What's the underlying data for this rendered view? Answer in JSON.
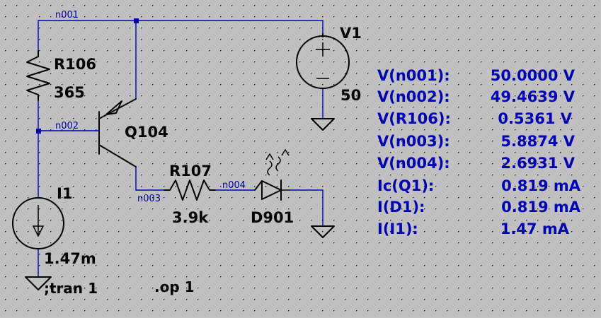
{
  "colors": {
    "background": "#c0c0c0",
    "grid_dot": "#000000",
    "wire": "#0000c0",
    "component": "#000000",
    "node_label": "#0000a0",
    "results_text": "#0000b4"
  },
  "nodes": {
    "n001": "n001",
    "n002": "n002",
    "n003": "n003",
    "n004": "n004"
  },
  "components": {
    "r106": {
      "name": "R106",
      "value": "365"
    },
    "r107": {
      "name": "R107",
      "value": "3.9k"
    },
    "q104": {
      "name": "Q104"
    },
    "v1": {
      "name": "V1",
      "value": "50"
    },
    "i1": {
      "name": "I1",
      "value": "1.47m"
    },
    "d901": {
      "name": "D901"
    }
  },
  "directives": {
    "tran": ";tran 1",
    "op": ".op 1"
  },
  "op_results": [
    {
      "label": "V(n001):",
      "value": "50.0000 V"
    },
    {
      "label": "V(n002):",
      "value": "49.4639 V"
    },
    {
      "label": "V(R106):",
      "value": "0.5361 V"
    },
    {
      "label": "V(n003):",
      "value": "5.8874 V"
    },
    {
      "label": "V(n004):",
      "value": "2.6931 V"
    },
    {
      "label": "Ic(Q1):",
      "value": "0.819 mA"
    },
    {
      "label": "I(D1):",
      "value": "0.819 mA"
    },
    {
      "label": "I(I1):",
      "value": "1.47 mA"
    }
  ]
}
